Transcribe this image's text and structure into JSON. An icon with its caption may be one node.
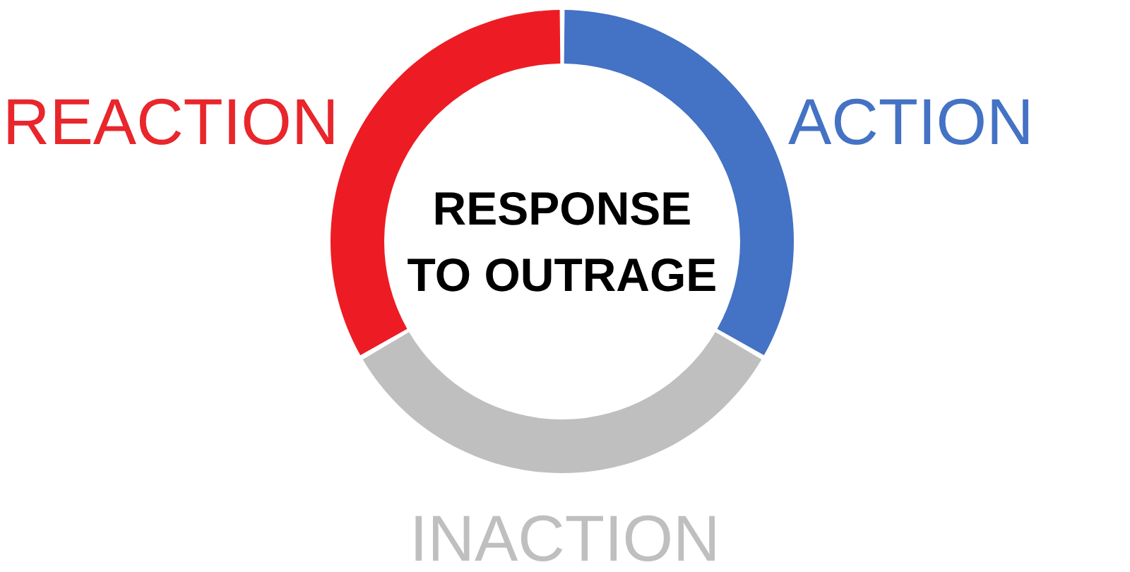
{
  "diagram": {
    "nodes": [
      {
        "text": [],
        "shape": "arc",
        "beside": [
          "REACTION"
        ]
      },
      {
        "text": [],
        "shape": "arc",
        "beside": [
          "ACTION"
        ]
      },
      {
        "text": [
          "RESPONSE TO OUTRAGE"
        ]
      },
      {
        "text": [],
        "shape": "arc",
        "beside": [
          "INACTION"
        ]
      }
    ],
    "edges": []
  }
}
